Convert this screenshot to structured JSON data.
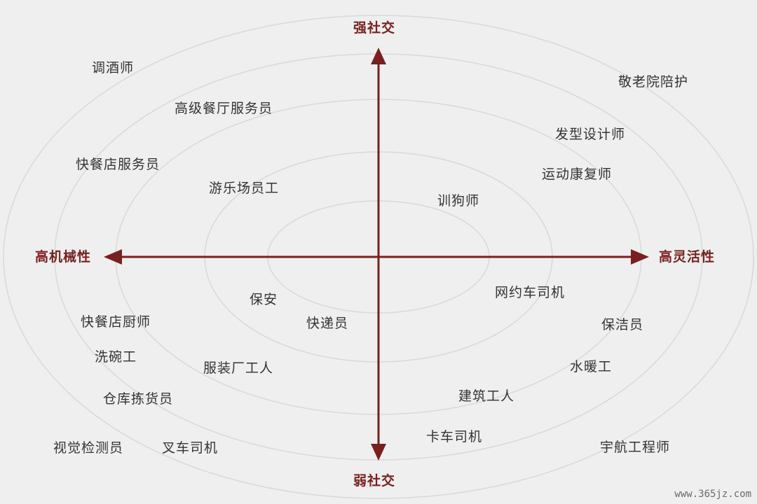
{
  "axes": {
    "top": "强社交",
    "bottom": "弱社交",
    "left": "高机械性",
    "right": "高灵活性",
    "color": "#7a1f1f"
  },
  "jobs": [
    {
      "label": "调酒师",
      "quadrant": "high-mechanical-strong-social"
    },
    {
      "label": "高级餐厅服务员",
      "quadrant": "high-mechanical-strong-social"
    },
    {
      "label": "快餐店服务员",
      "quadrant": "high-mechanical-strong-social"
    },
    {
      "label": "游乐场员工",
      "quadrant": "high-mechanical-strong-social"
    },
    {
      "label": "敬老院陪护",
      "quadrant": "high-flexibility-strong-social"
    },
    {
      "label": "发型设计师",
      "quadrant": "high-flexibility-strong-social"
    },
    {
      "label": "运动康复师",
      "quadrant": "high-flexibility-strong-social"
    },
    {
      "label": "训狗师",
      "quadrant": "high-flexibility-strong-social"
    },
    {
      "label": "保安",
      "quadrant": "high-mechanical-weak-social"
    },
    {
      "label": "快递员",
      "quadrant": "high-mechanical-weak-social"
    },
    {
      "label": "快餐店厨师",
      "quadrant": "high-mechanical-weak-social"
    },
    {
      "label": "洗碗工",
      "quadrant": "high-mechanical-weak-social"
    },
    {
      "label": "服装厂工人",
      "quadrant": "high-mechanical-weak-social"
    },
    {
      "label": "仓库拣货员",
      "quadrant": "high-mechanical-weak-social"
    },
    {
      "label": "视觉检测员",
      "quadrant": "high-mechanical-weak-social"
    },
    {
      "label": "叉车司机",
      "quadrant": "high-mechanical-weak-social"
    },
    {
      "label": "网约车司机",
      "quadrant": "high-flexibility-weak-social"
    },
    {
      "label": "保洁员",
      "quadrant": "high-flexibility-weak-social"
    },
    {
      "label": "水暖工",
      "quadrant": "high-flexibility-weak-social"
    },
    {
      "label": "建筑工人",
      "quadrant": "high-flexibility-weak-social"
    },
    {
      "label": "卡车司机",
      "quadrant": "high-flexibility-weak-social"
    },
    {
      "label": "宇航工程师",
      "quadrant": "high-flexibility-weak-social"
    }
  ],
  "watermark": "www.365jz.com"
}
